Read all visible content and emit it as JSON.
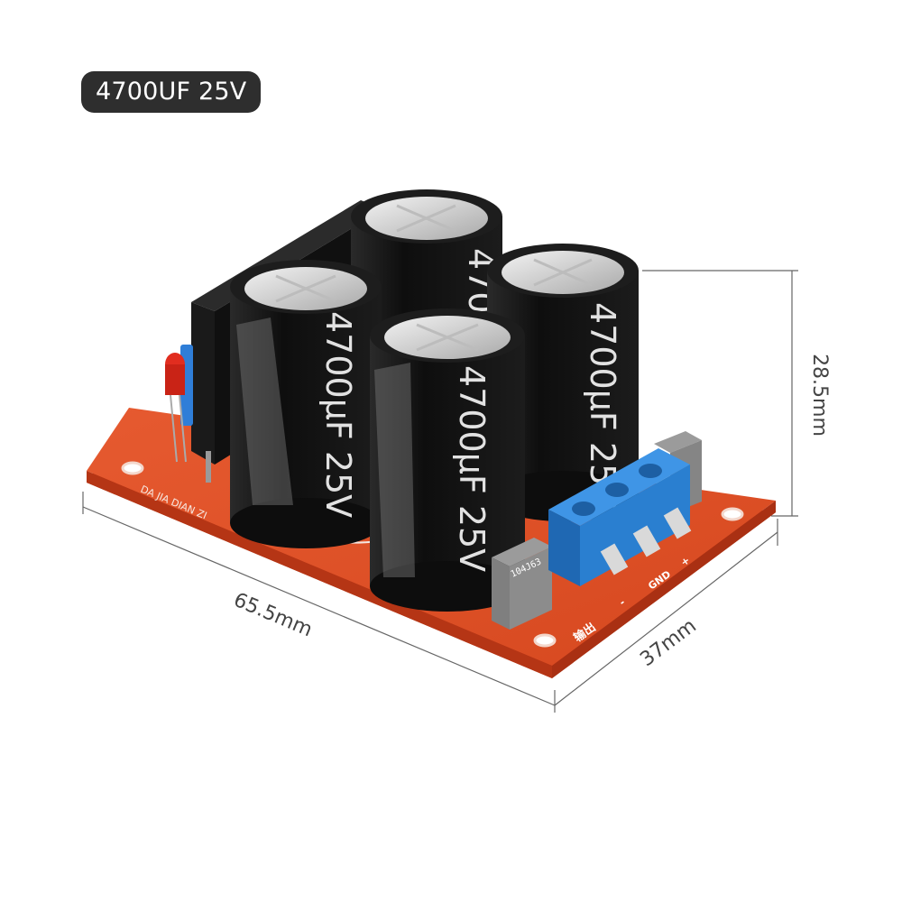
{
  "badge": {
    "label": "4700UF 25V"
  },
  "dimensions": {
    "length": "65.5mm",
    "width": "37mm",
    "height": "28.5mm"
  },
  "board": {
    "silkscreen_left": "DA JIA DIAN ZI",
    "silkscreen_output": "输出",
    "terminal_labels": [
      "-",
      "GND",
      "+"
    ],
    "film_capacitor_marking": "104J63"
  },
  "capacitors": [
    {
      "label": "4700µF 25V"
    },
    {
      "label": "4700µF 25V"
    },
    {
      "label": "4700µF 25V"
    },
    {
      "label": "4700µF 25V"
    }
  ],
  "colors": {
    "pcb": "#e0502a",
    "capacitor_body": "#151515",
    "terminal_block": "#2a7fd0",
    "badge": "#2e2e2e"
  }
}
